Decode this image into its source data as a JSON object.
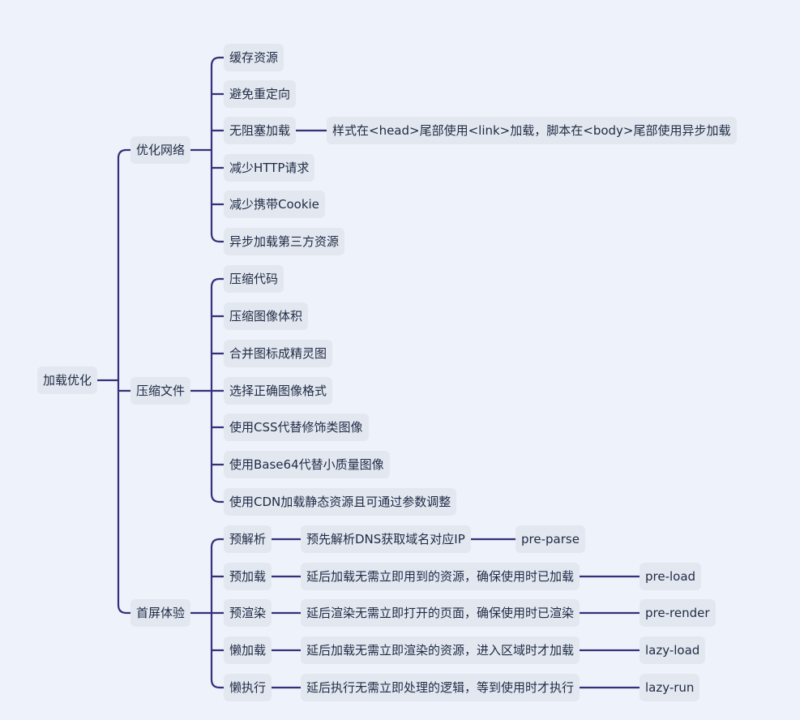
{
  "mindmap": {
    "root": "加载优化",
    "branches": [
      {
        "label": "优化网络",
        "children": [
          {
            "label": "缓存资源"
          },
          {
            "label": "避免重定向"
          },
          {
            "label": "无阻塞加载",
            "detail": "样式在<head>尾部使用<link>加载，脚本在<body>尾部使用异步加载"
          },
          {
            "label": "减少HTTP请求"
          },
          {
            "label": "减少携带Cookie"
          },
          {
            "label": "异步加载第三方资源"
          }
        ]
      },
      {
        "label": "压缩文件",
        "children": [
          {
            "label": "压缩代码"
          },
          {
            "label": "压缩图像体积"
          },
          {
            "label": "合并图标成精灵图"
          },
          {
            "label": "选择正确图像格式"
          },
          {
            "label": "使用CSS代替修饰类图像"
          },
          {
            "label": "使用Base64代替小质量图像"
          },
          {
            "label": "使用CDN加载静态资源且可通过参数调整"
          }
        ]
      },
      {
        "label": "首屏体验",
        "children": [
          {
            "label": "预解析",
            "detail": "预先解析DNS获取域名对应IP",
            "tag": "pre-parse"
          },
          {
            "label": "预加载",
            "detail": "延后加载无需立即用到的资源，确保使用时已加载",
            "tag": "pre-load"
          },
          {
            "label": "预渲染",
            "detail": "延后渲染无需立即打开的页面，确保使用时已渲染",
            "tag": "pre-render"
          },
          {
            "label": "懒加载",
            "detail": "延后加载无需立即渲染的资源，进入区域时才加载",
            "tag": "lazy-load"
          },
          {
            "label": "懒执行",
            "detail": "延后执行无需立即处理的逻辑，等到使用时才执行",
            "tag": "lazy-run"
          }
        ]
      }
    ]
  }
}
